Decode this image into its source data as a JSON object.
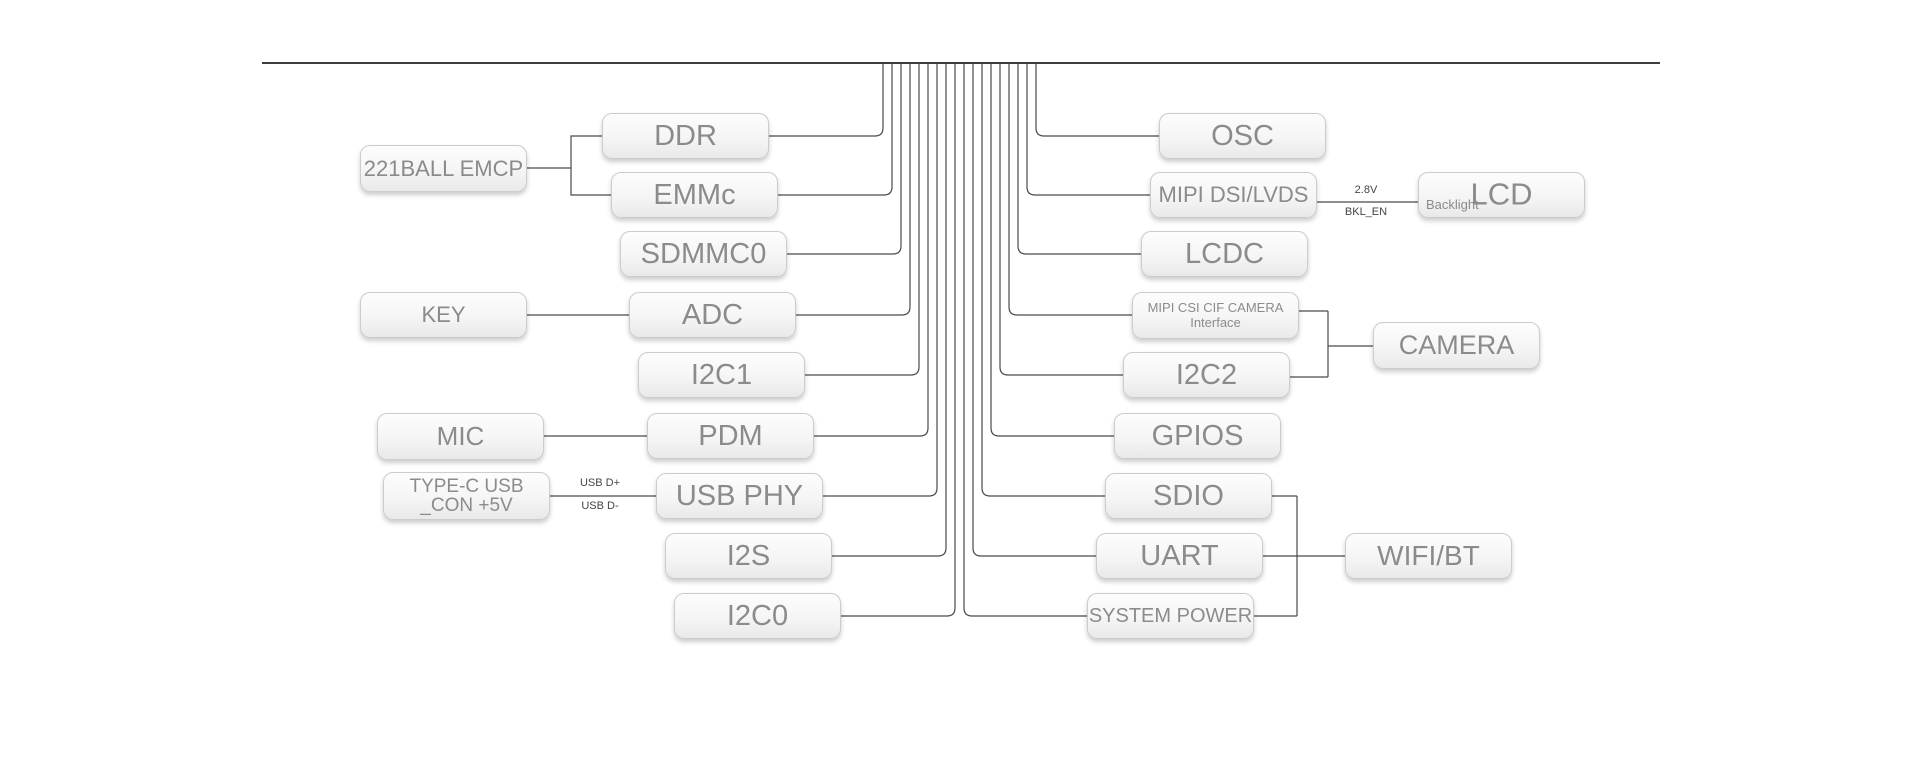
{
  "blocks": {
    "emcp": "221BALL EMCP",
    "key": "KEY",
    "mic": "MIC",
    "typec": [
      "TYPE-C USB",
      "_CON +5V"
    ],
    "ddr": "DDR",
    "emmc": "EMMc",
    "sdmmc0": "SDMMC0",
    "adc": "ADC",
    "i2c1": "I2C1",
    "pdm": "PDM",
    "usb_phy": "USB PHY",
    "i2s": "I2S",
    "i2c0": "I2C0",
    "osc": "OSC",
    "mipi_dsi_lvds": "MIPI DSI/LVDS",
    "lcdc": "LCDC",
    "mipi_csi": [
      "MIPI CSI CIF CAMERA",
      "Interface"
    ],
    "i2c2": "I2C2",
    "gpios": "GPIOS",
    "sdio": "SDIO",
    "uart": "UART",
    "system_power": "SYSTEM POWER",
    "lcd": "LCD",
    "lcd_sublabel": "Backlight",
    "camera": "CAMERA",
    "wifi_bt": "WIFI/BT"
  },
  "edge_labels": {
    "usb_dplus": "USB D+",
    "usb_dminus": "USB D-",
    "backlight_voltage": "2.8V",
    "backlight_enable": "BKL_EN"
  },
  "colors": {
    "connector_line": "#4a4a4a",
    "bus_line": "#3c3c3c",
    "block_text": "#8b8b8b",
    "block_border": "#cccccc",
    "edge_label_text": "#454545",
    "background": "#ffffff"
  }
}
